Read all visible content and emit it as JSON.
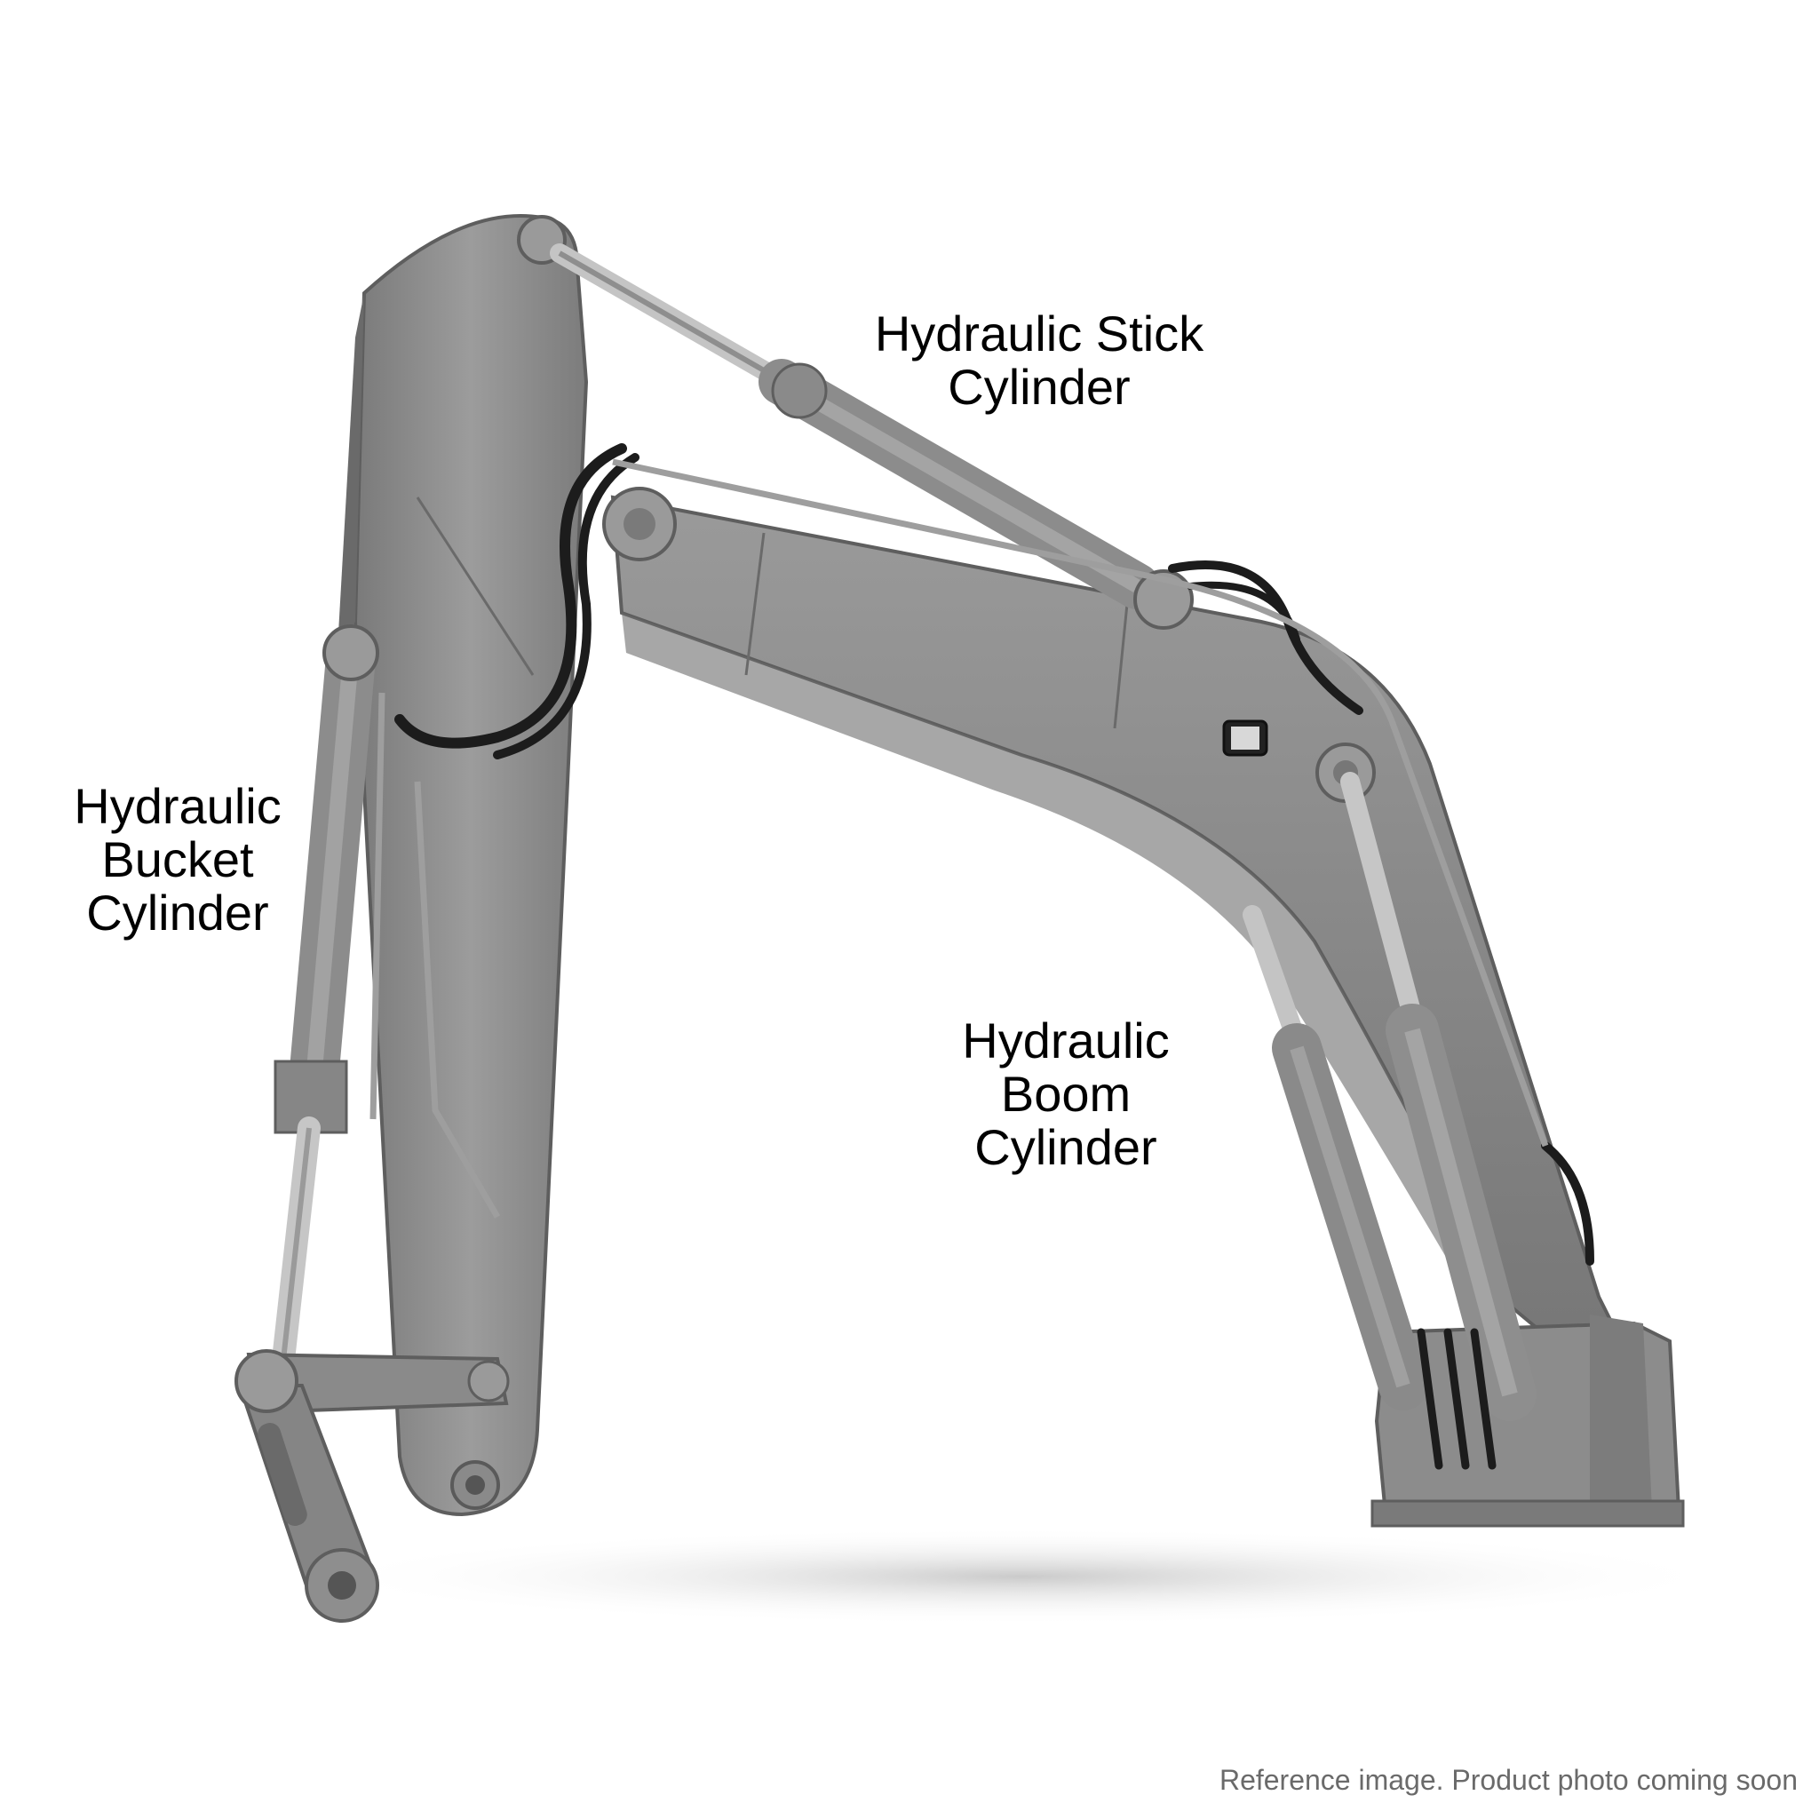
{
  "labels": {
    "stick": {
      "line1": "Hydraulic Stick",
      "line2": "Cylinder"
    },
    "bucket": {
      "line1": "Hydraulic",
      "line2": "Bucket",
      "line3": "Cylinder"
    },
    "boom": {
      "line1": "Hydraulic",
      "line2": "Boom",
      "line3": "Cylinder"
    }
  },
  "caption": "Reference image. Product photo coming soon",
  "colors": {
    "background": "#ffffff",
    "steel": "#8a8a8a",
    "steel_dark": "#6e6e6e",
    "steel_light": "#a8a8a8",
    "hose": "#1c1c1c",
    "chrome": "#c4c4c4",
    "label_text": "#000000",
    "caption_text": "#6a6a6a"
  }
}
